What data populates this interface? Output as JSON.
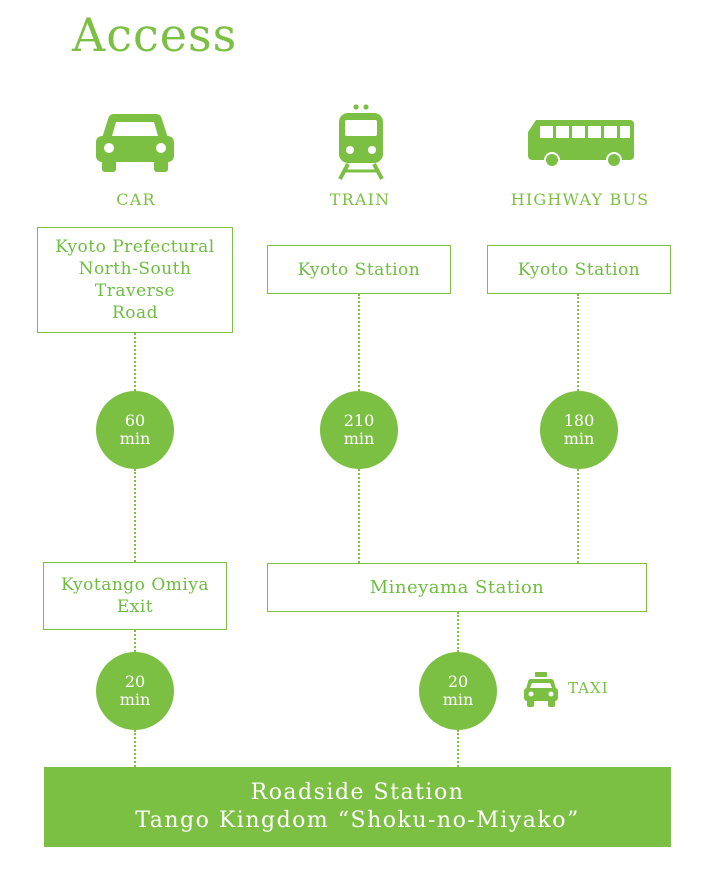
{
  "title": "Access",
  "colors": {
    "accent": "#7cc043",
    "text": "#6dbd3f",
    "background": "#ffffff"
  },
  "modes": [
    {
      "label": "CAR",
      "icon": "car-icon"
    },
    {
      "label": "TRAIN",
      "icon": "train-icon"
    },
    {
      "label": "HIGHWAY BUS",
      "icon": "bus-icon"
    }
  ],
  "car": {
    "start": "Kyoto Prefectural\nNorth-South\nTraverse\nRoad",
    "time1_value": "60",
    "time1_unit": "min",
    "exit": "Kyotango Omiya\nExit",
    "time2_value": "20",
    "time2_unit": "min"
  },
  "train": {
    "start": "Kyoto Station",
    "time_value": "210",
    "time_unit": "min"
  },
  "bus": {
    "start": "Kyoto Station",
    "time_value": "180",
    "time_unit": "min"
  },
  "mineyama": {
    "station": "Mineyama Station",
    "time_value": "20",
    "time_unit": "min",
    "taxi_label": "TAXI",
    "taxi_icon": "taxi-icon"
  },
  "destination": {
    "line1": "Roadside Station",
    "line2": "Tango Kingdom “Shoku-no-Miyako”"
  }
}
